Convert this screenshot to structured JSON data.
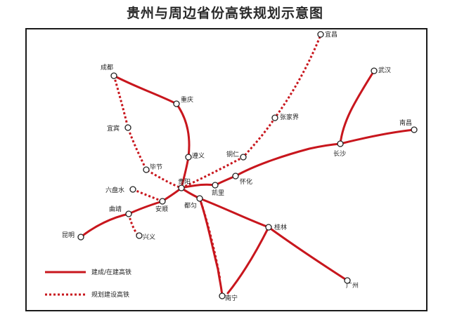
{
  "title": "贵州与周边省份高铁规划示意图",
  "colors": {
    "rail": "#c8161d",
    "node_fill": "#ffffff",
    "node_stroke": "#222222",
    "frame": "#1a1a1a"
  },
  "legend": {
    "built": "建成/在建高铁",
    "planned": "规划建设高铁"
  },
  "cities": {
    "chengdu": "成都",
    "chongqing": "重庆",
    "yibin": "宜宾",
    "bijie": "毕节",
    "zunyi": "遵义",
    "wuhan": "武汉",
    "zhangjiajie": "张家界",
    "yichang": "宜昌",
    "nanchang": "南昌",
    "changsha": "长沙",
    "tongren": "铜仁",
    "huaihua": "怀化",
    "kaili": "凯里",
    "guiyang": "贵阳",
    "duyun": "都匀",
    "anshun": "安顺",
    "liupanshui": "六盘水",
    "qujing": "曲靖",
    "kunming": "昆明",
    "xingyi": "兴义",
    "guilin": "桂林",
    "guangzhou": "广州",
    "nanning": "南宁"
  }
}
